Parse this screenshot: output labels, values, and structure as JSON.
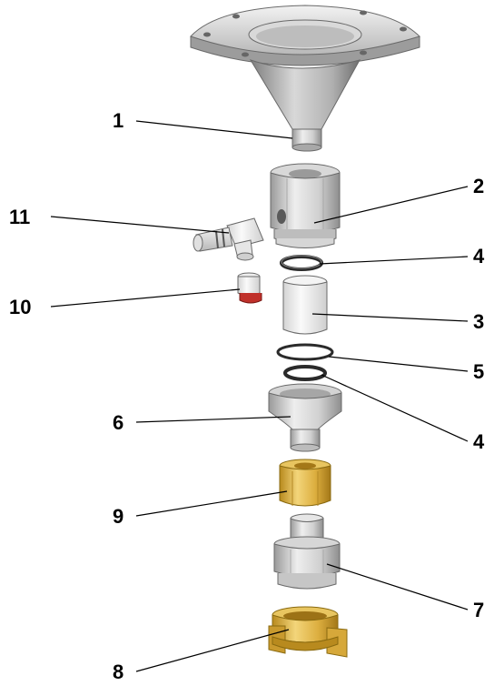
{
  "labels": {
    "part_1": "1",
    "part_2": "2",
    "part_3": "3",
    "part_4_upper": "4",
    "part_4_lower": "4",
    "part_5": "5",
    "part_6": "6",
    "part_7": "7",
    "part_8": "8",
    "part_9": "9",
    "part_10": "10",
    "part_11": "11"
  },
  "colors": {
    "metal_light": "#e4e4e4",
    "metal_mid": "#c8c8c8",
    "metal_dark": "#8c8c8c",
    "brass_light": "#f0cf6a",
    "brass_mid": "#d9a93a",
    "brass_dark": "#a87d1c",
    "seal_red": "#c0302a",
    "ring_dark": "#3a3a3a"
  }
}
